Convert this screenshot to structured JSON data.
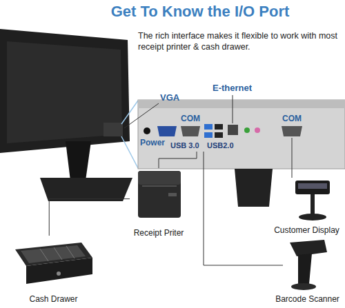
{
  "diagram": {
    "title": "Get To Know the I/O Port",
    "nodes": [
      {
        "text": [
          "Receipt Priter"
        ]
      },
      {
        "text": [
          "Customer Display"
        ]
      },
      {
        "text": [
          "Cash Drawer"
        ]
      },
      {
        "text": [
          "Barcode Scanner"
        ]
      }
    ],
    "edges": [
      {
        "from": 0,
        "to": 2,
        "arrow": "none"
      }
    ],
    "labels": [
      "The rich interface makes it flexible to work with most receipt printer & cash drawer.",
      "E-thernet",
      "VGA",
      "COM",
      "COM",
      "Power",
      "USB 3.0",
      "USB2.0"
    ]
  }
}
